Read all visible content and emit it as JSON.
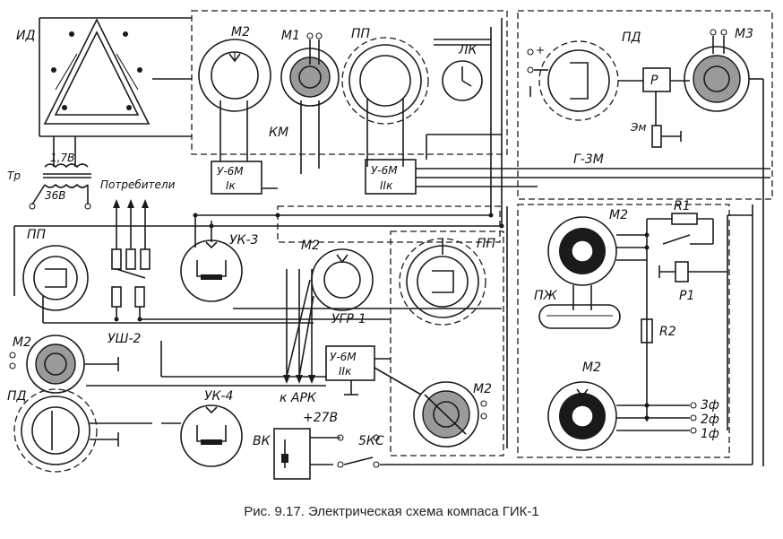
{
  "labels": {
    "id": "ИД",
    "v17": "1,7В",
    "tr": "Тр",
    "v36": "36В",
    "consumers": "Потребители",
    "m2_top": "М2",
    "m1": "М1",
    "pp_top": "ПП",
    "lk": "ЛК",
    "km": "КМ",
    "u6m_1": "У-6М",
    "ik_1": "Iк",
    "u6m_2": "У-6М",
    "iik_2": "IIк",
    "pd_top": "ПД",
    "p_box": "Р",
    "m3": "М3",
    "em": "Эм",
    "g3m": "Г-3М",
    "m2_right_top": "М2",
    "r1": "R1",
    "pzh": "ПЖ",
    "p1": "Р1",
    "r2": "R2",
    "m2_right_bottom": "М2",
    "ph3": "3ф",
    "ph2": "2ф",
    "ph1": "1ф",
    "pp_left": "ПП",
    "uk3": "УК-3",
    "m2_center": "М2",
    "ugr1": "УГР-1",
    "pp_center": "ПП",
    "ush2": "УШ-2",
    "m2_left": "М2",
    "pd_left": "ПД",
    "uk4": "УК-4",
    "u6m_3": "У-6М",
    "iik_3": "IIк",
    "k_ark": "к АРК",
    "plus27": "+27В",
    "m2_bottom": "М2",
    "vk": "ВК",
    "5ks": "5КС",
    "plus_sign": "+"
  },
  "caption": "Рис. 9.17. Электрическая схема компаса ГИК-1"
}
